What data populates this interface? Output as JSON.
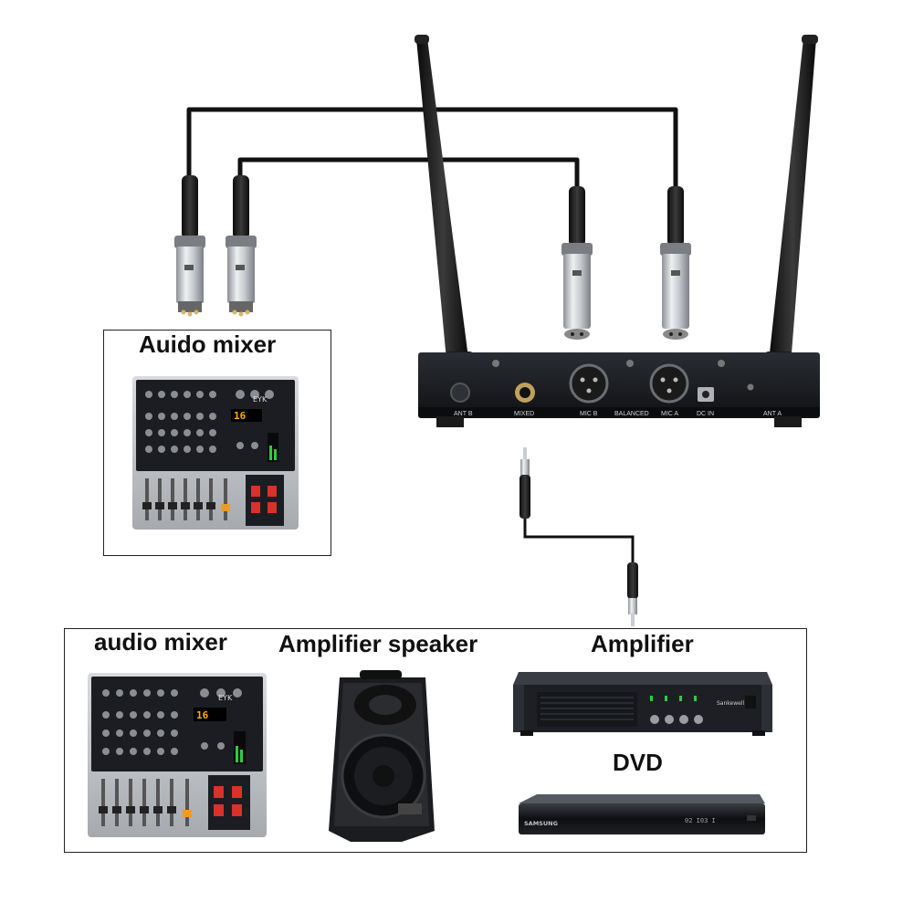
{
  "labels": {
    "top_mixer": "Auido mixer",
    "bottom_mixer": "audio mixer",
    "speaker": "Amplifier speaker",
    "amplifier": "Amplifier",
    "dvd": "DVD"
  },
  "receiver_ports": {
    "ant_b": "ANT B",
    "mixed": "MIXED",
    "mic_b": "MIC B",
    "balanced": "BALANCED",
    "mic_a": "MIC A",
    "dc_in": "DC IN",
    "ant_a": "ANT A"
  },
  "devices": {
    "mixer_brand": "EYK",
    "mixer_display": "16",
    "dvd_brand": "SAMSUNG",
    "dvd_display": "02 I03 I",
    "amp_brand": "Sankewell"
  },
  "colors": {
    "cable": "#111111",
    "device_dark": "#1b1d22",
    "metal": "#c9ccd1",
    "fader_red": "#d8322a",
    "fader_orange": "#f29a1f",
    "display": "#ffb000"
  }
}
